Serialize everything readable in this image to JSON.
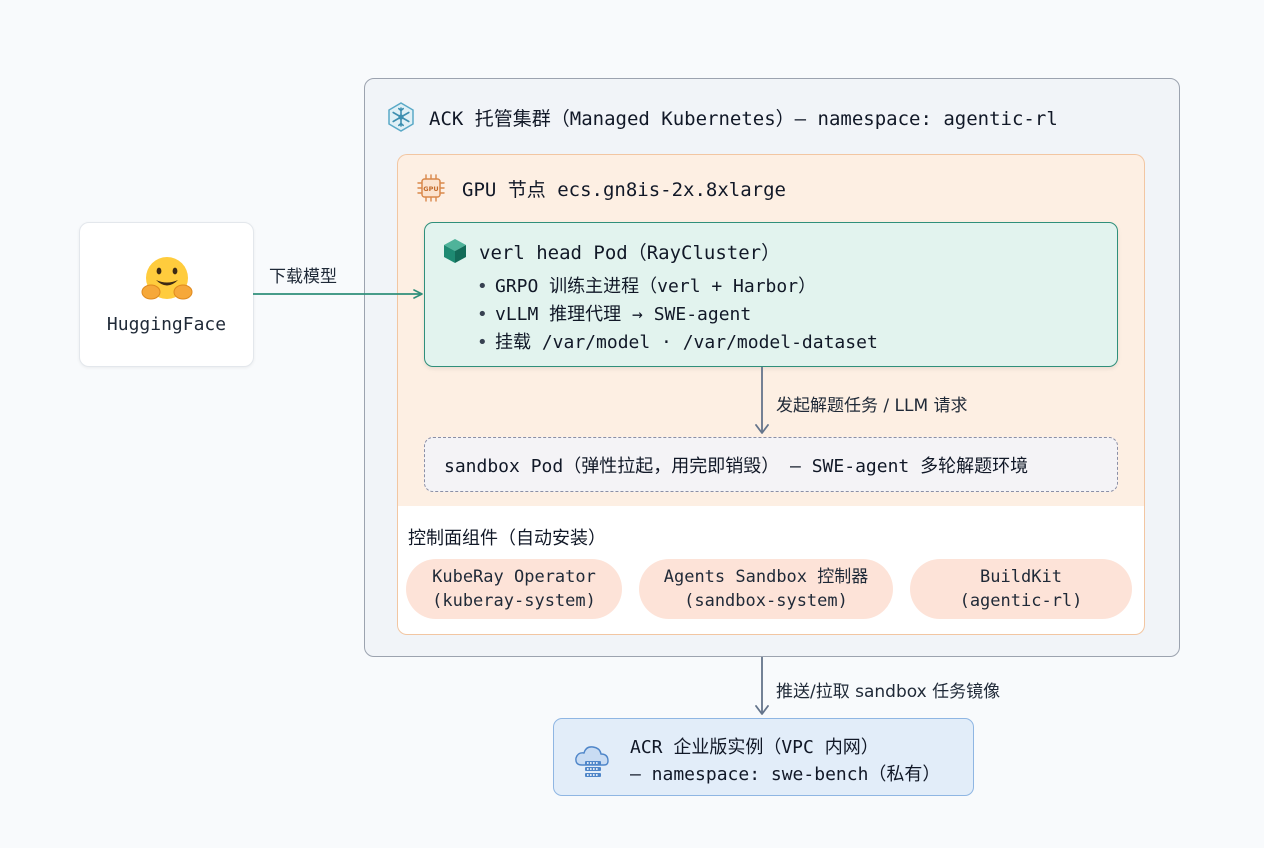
{
  "colors": {
    "accent_teal": "#2f8f7a",
    "gpu_bg": "#fdefe3",
    "pill_bg": "#fde3d8",
    "acr_bg": "#e2edf9",
    "arrow": "#64748b"
  },
  "huggingface": {
    "icon": "hugging-face-emoji",
    "emoji": "🤗",
    "label": "HuggingFace"
  },
  "edges": {
    "download_label": "下载模型",
    "dispatch_label": "发起解题任务 / LLM 请求",
    "push_pull_label": "推送/拉取 sandbox 任务镜像"
  },
  "ack": {
    "icon": "kubernetes-snowflake-icon",
    "title": "ACK 托管集群（Managed Kubernetes）— namespace: agentic-rl"
  },
  "gpu_node": {
    "icon": "gpu-chip-icon",
    "title": "GPU 节点 ecs.gn8is-2x.8xlarge"
  },
  "verl_pod": {
    "icon": "cube-icon",
    "title": "verl head Pod（RayCluster）",
    "items": [
      "GRPO 训练主进程（verl + Harbor）",
      "vLLM 推理代理 → SWE-agent",
      "挂载 /var/model · /var/model-dataset"
    ],
    "bullet": "•"
  },
  "sandbox_pod": {
    "text": "sandbox Pod（弹性拉起，用完即销毁） — SWE-agent 多轮解题环境"
  },
  "control_plane": {
    "title": "控制面组件（自动安装）",
    "components": [
      {
        "name": "KubeRay Operator",
        "namespace": "(kuberay-system)"
      },
      {
        "name": "Agents Sandbox 控制器",
        "namespace": "(sandbox-system)"
      },
      {
        "name": "BuildKit",
        "namespace": "(agentic-rl)"
      }
    ]
  },
  "acr": {
    "icon": "cloud-registry-icon",
    "line1": "ACR 企业版实例（VPC 内网）",
    "line2": "— namespace: swe-bench（私有）"
  }
}
